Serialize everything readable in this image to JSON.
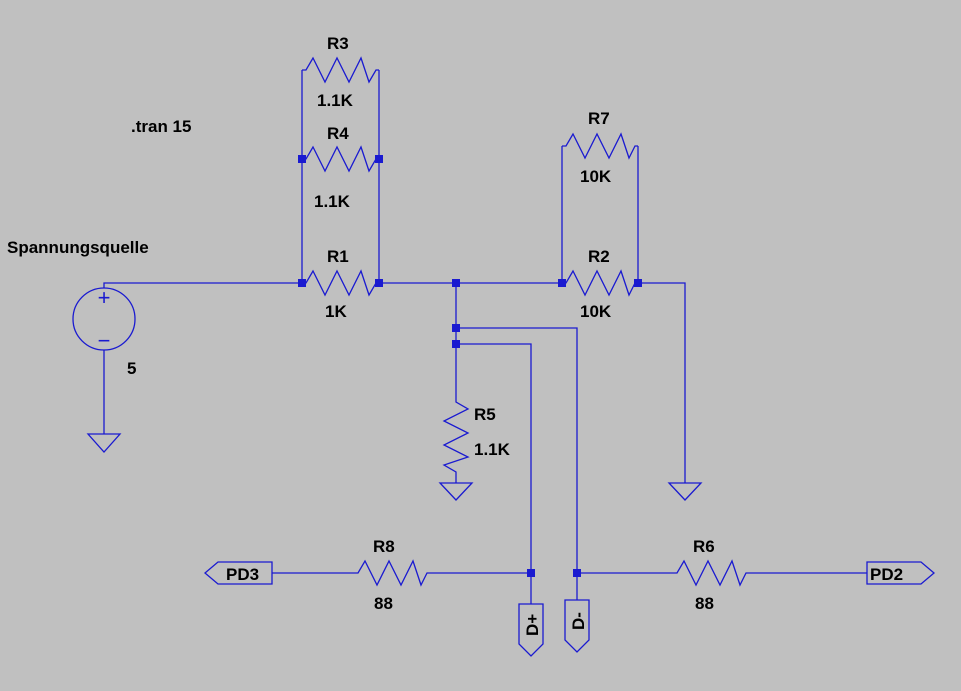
{
  "schematic": {
    "directive": ".tran 15",
    "components": {
      "R3": {
        "name": "R3",
        "value": "1.1K"
      },
      "R4": {
        "name": "R4",
        "value": "1.1K"
      },
      "R1": {
        "name": "R1",
        "value": "1K"
      },
      "R7": {
        "name": "R7",
        "value": "10K"
      },
      "R2": {
        "name": "R2",
        "value": "10K"
      },
      "R5": {
        "name": "R5",
        "value": "1.1K"
      },
      "R8": {
        "name": "R8",
        "value": "88"
      },
      "R6": {
        "name": "R6",
        "value": "88"
      }
    },
    "source": {
      "name": "Spannungsquelle",
      "value": "5",
      "plus": "+",
      "minus": "−"
    },
    "ports": {
      "PD3": "PD3",
      "PD2": "PD2",
      "Dplus": "D+",
      "Dminus": "D-"
    },
    "colors": {
      "wire": "#1a1ad0",
      "background": "#c0c0c0",
      "text": "#000000"
    }
  }
}
